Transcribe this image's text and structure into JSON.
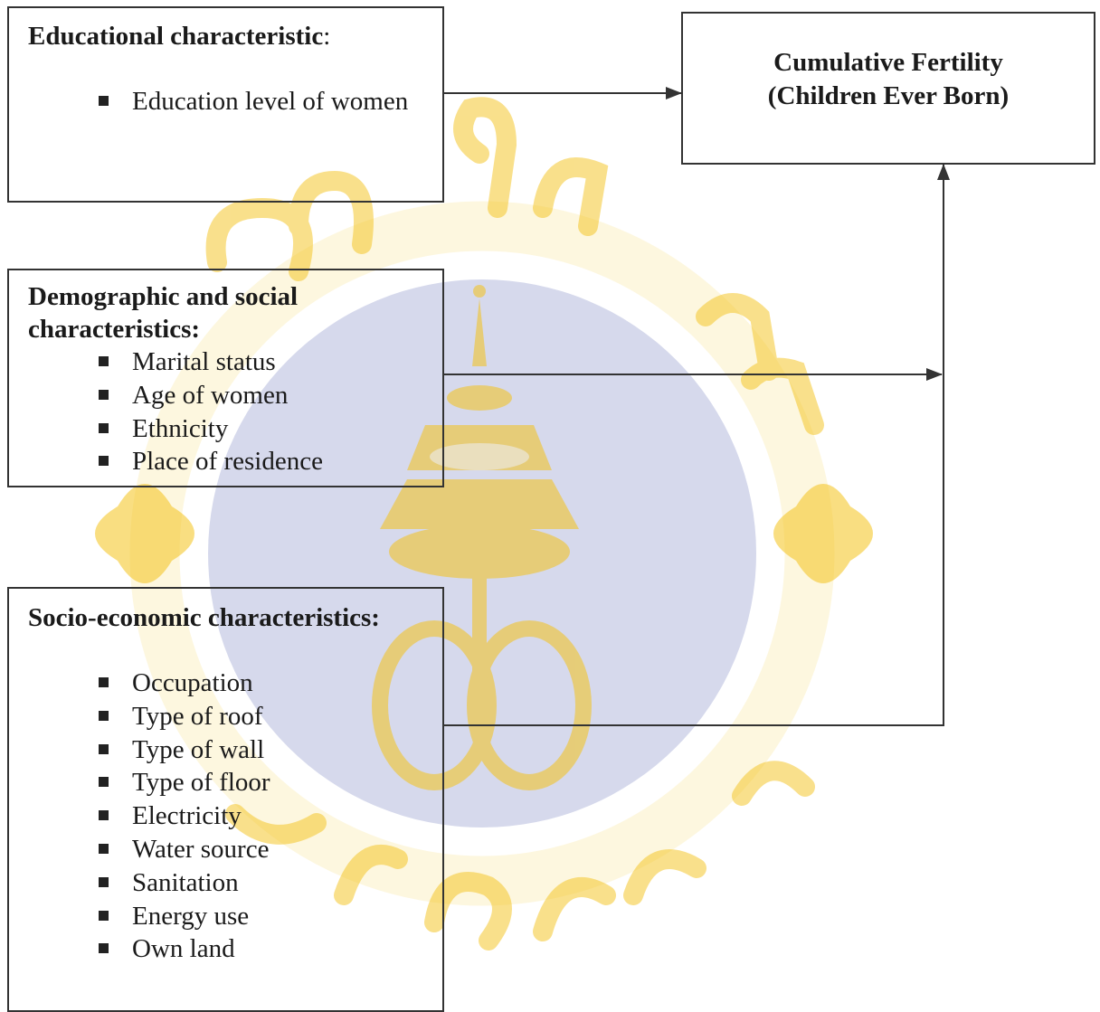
{
  "colors": {
    "watermark_circle": "#d6d9ec",
    "watermark_gold": "#f4c21a",
    "line": "#333333"
  },
  "diagram": {
    "educational": {
      "title": "Educational characteristic",
      "title_suffix": ":",
      "items": [
        "Education level of women"
      ]
    },
    "demographic": {
      "title": "Demographic and social\ncharacteristics:",
      "items": [
        "Marital status",
        "Age of women",
        "Ethnicity",
        "Place of residence"
      ]
    },
    "socio_economic": {
      "title": "Socio-economic characteristics:",
      "items": [
        "Occupation",
        "Type of roof",
        "Type of wall",
        "Type of floor",
        "Electricity",
        "Water source",
        "Sanitation",
        "Energy use",
        "Own land"
      ]
    },
    "outcome": {
      "line1": "Cumulative Fertility",
      "line2": "(Children Ever Born)"
    },
    "edges": [
      {
        "from": "educational",
        "to": "outcome"
      },
      {
        "from": "demographic",
        "to": "outcome"
      },
      {
        "from": "socio_economic",
        "to": "outcome"
      }
    ]
  },
  "watermark": {
    "icon": "university-seal-icon"
  }
}
